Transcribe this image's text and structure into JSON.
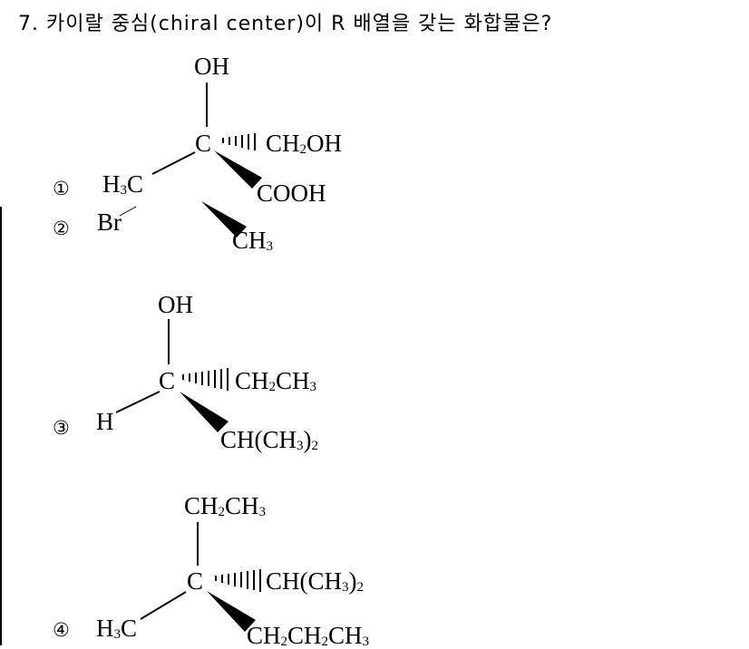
{
  "question": "7. 카이랄 중심(chiral center)이 R 배열을 갖는 화합물은?",
  "options": [
    "①",
    "②",
    "③",
    "④"
  ],
  "molecule1": {
    "top": "OH",
    "center": "C",
    "hash_group": [
      "CH",
      "2",
      "OH"
    ],
    "wedge_group": "COOH",
    "left_a": [
      "H",
      "3",
      "C"
    ],
    "left_b": "Br",
    "wedge_group_b": [
      "CH",
      "3"
    ]
  },
  "molecule2": {
    "top": "OH",
    "center": "C",
    "hash_group": [
      "CH",
      "2",
      "CH",
      "3"
    ],
    "left": "H",
    "wedge_group": [
      "CH(CH",
      "3",
      ")",
      "2"
    ]
  },
  "molecule3": {
    "top": [
      "CH",
      "2",
      "CH",
      "3"
    ],
    "center": "C",
    "hash_group": [
      "CH(CH",
      "3",
      ")",
      "2"
    ],
    "left": [
      "H",
      "3",
      "C"
    ],
    "wedge_group": [
      "CH",
      "2",
      "CH",
      "2",
      "CH",
      "3"
    ]
  }
}
